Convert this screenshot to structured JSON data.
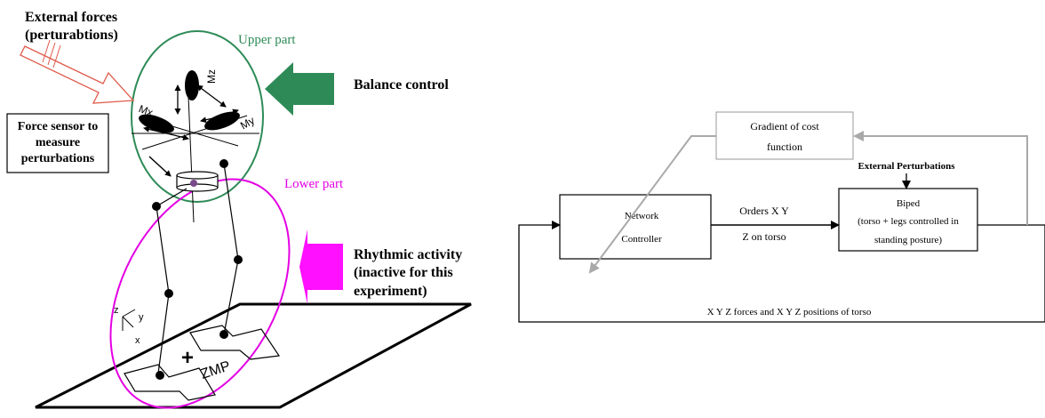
{
  "left_figure": {
    "external_forces_line1": "External forces",
    "external_forces_line2": "(perturabtions)",
    "upper_part": "Upper part",
    "balance_control": "Balance control",
    "force_sensor_line1": "Force sensor to",
    "force_sensor_line2": "measure",
    "force_sensor_line3": "perturbations",
    "lower_part": "Lower part",
    "rhythmic_line1": "Rhythmic activity",
    "rhythmic_line2": "(inactive for this",
    "rhythmic_line3": "experiment)",
    "zmp": "ZMP",
    "mx": "Mx",
    "my": "My",
    "mz": "Mz",
    "axis_z": "z",
    "axis_y": "y",
    "axis_x": "x"
  },
  "right_figure": {
    "gradient_line1": "Gradient of cost",
    "gradient_line2": "function",
    "external_perturbations": "External Perturbations",
    "network_line1": "Network",
    "network_line2": "Controller",
    "orders_line1": "Orders X Y",
    "orders_line2": "Z on torso",
    "biped_line1": "Biped",
    "biped_line2": "(torso + legs controlled in",
    "biped_line3": "standing posture)",
    "feedback": "X Y Z forces and X Y Z positions of torso"
  },
  "colors": {
    "upper_part": "#2e8b57",
    "lower_part": "#e400e4",
    "external_force_arrow": "#e05a4a",
    "gradient_arrow": "#a9a9a9"
  }
}
